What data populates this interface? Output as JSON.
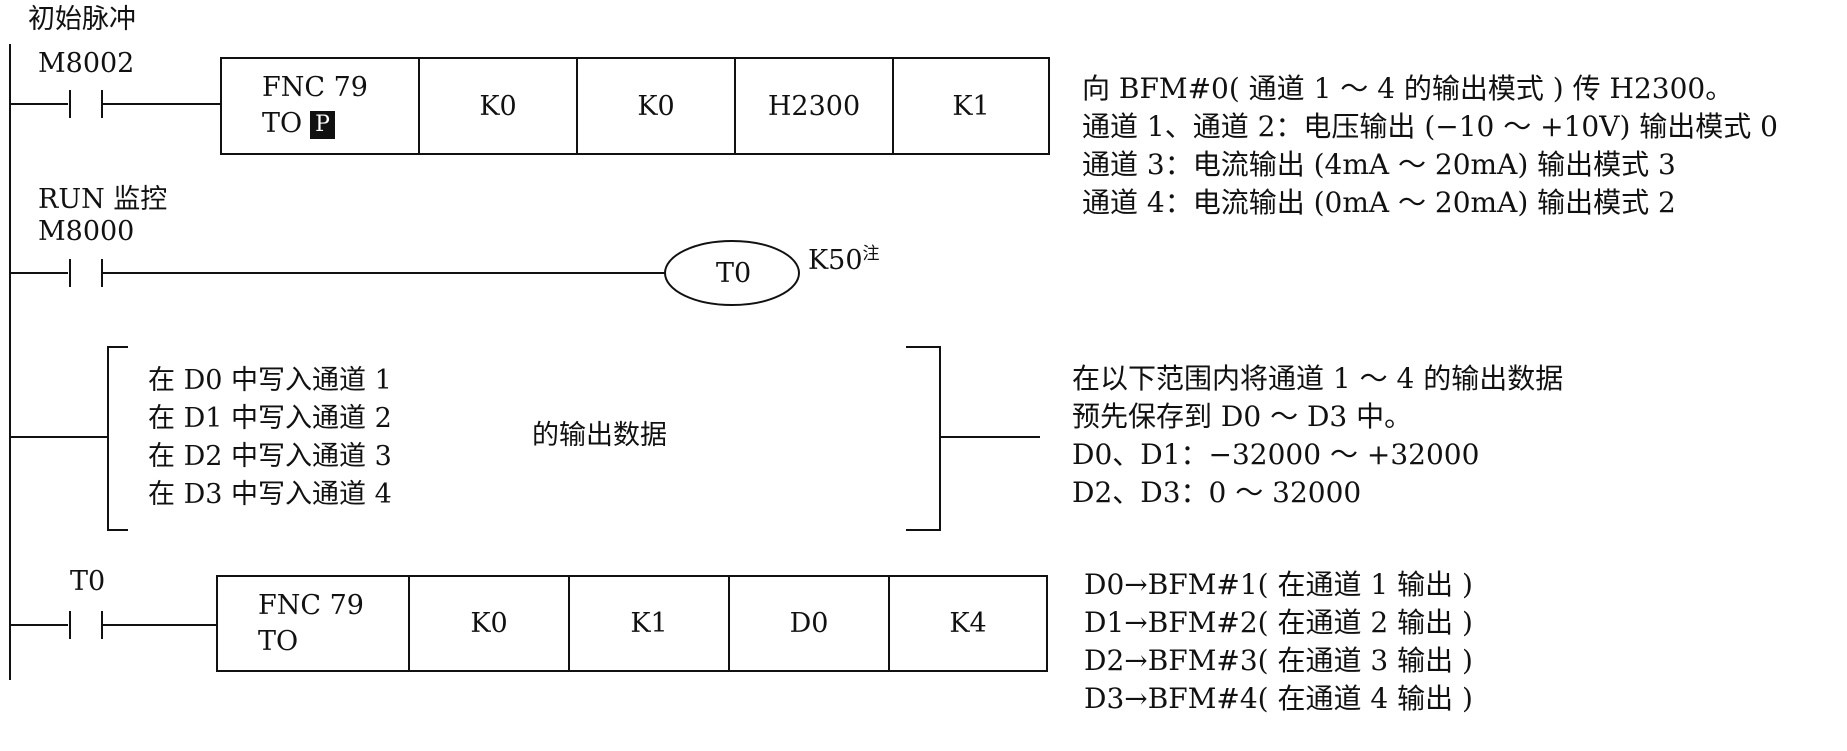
{
  "title": "初始脉冲",
  "rung1": {
    "contact": "M8002",
    "instr": {
      "fnc": "FNC  79",
      "op": "TO",
      "p_label": "P"
    },
    "operands": [
      "K0",
      "K0",
      "H2300",
      "K1"
    ],
    "comment": [
      "向 BFM#0( 通道 1 ～ 4 的输出模式 ) 传 H2300。",
      "通道 1、通道 2：电压输出 (−10 ～ +10V) 输出模式 0",
      "通道 3：电流输出 (4mA ～ 20mA) 输出模式 3",
      "通道 4：电流输出 (0mA ～ 20mA) 输出模式 2"
    ]
  },
  "rung2": {
    "contact_label": "RUN 监控",
    "contact": "M8000",
    "coil": "T0",
    "setting": "K50",
    "setting_note": "注"
  },
  "rung3": {
    "lines": [
      "在 D0 中写入通道 1",
      "在 D1 中写入通道 2",
      "在 D2 中写入通道 3",
      "在 D3 中写入通道 4"
    ],
    "suffix": "的输出数据",
    "comment": [
      "在以下范围内将通道 1 ～ 4 的输出数据",
      "预先保存到 D0 ～ D3 中。",
      "D0、D1：−32000 ～ +32000",
      "D2、D3：0 ～ 32000"
    ]
  },
  "rung4": {
    "contact": "T0",
    "instr": {
      "fnc": "FNC  79",
      "op": "TO"
    },
    "operands": [
      "K0",
      "K1",
      "D0",
      "K4"
    ],
    "comment": [
      "D0→BFM#1( 在通道 1 输出 )",
      "D1→BFM#2( 在通道 2 输出 )",
      "D2→BFM#3( 在通道 3 输出 )",
      "D3→BFM#4( 在通道 4 输出 )"
    ]
  }
}
